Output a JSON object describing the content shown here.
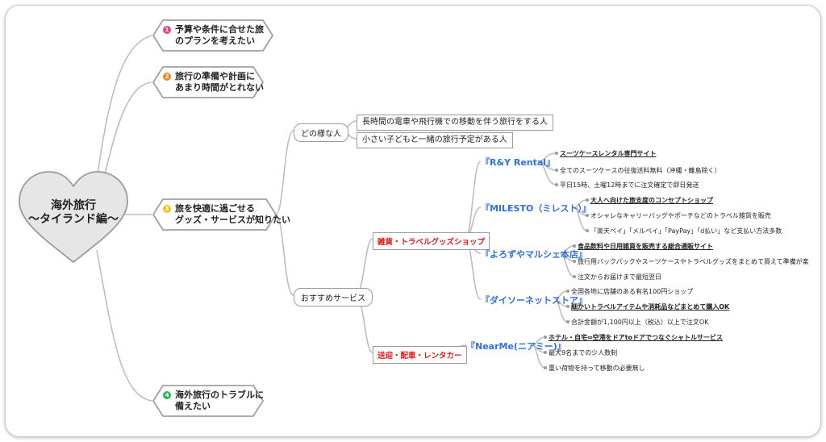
{
  "colors": {
    "pink": "#e8408a",
    "orange": "#f08a1c",
    "yellow": "#f3c21f",
    "green": "#2fb457",
    "shop_blue": "#2f6fe0",
    "red": "#e01818"
  },
  "central": {
    "line1": "海外旅行",
    "line2": "～タイランド編～"
  },
  "branches": [
    {
      "num": "1",
      "line1": "予算や条件に合せた旅",
      "line2": "のプランを考えたい"
    },
    {
      "num": "2",
      "line1": "旅行の準備や計画に",
      "line2": "あまり時間がとれない"
    },
    {
      "num": "3",
      "line1": "旅を快適に過ごせる",
      "line2": "グッズ・サービスが知りたい"
    },
    {
      "num": "4",
      "line1": "海外旅行のトラブルに",
      "line2": "備えたい"
    }
  ],
  "who": {
    "label": "どの様な人",
    "items": [
      "長時間の電車や飛行機での移動を伴う旅行をする人",
      "小さい子どもと一緒の旅行予定がある人"
    ]
  },
  "services": {
    "label": "おすすめサービス",
    "goods": {
      "label": "雑貨・トラベルグッズショップ",
      "shops": [
        {
          "name": "『R&Y Rental』",
          "items": [
            "スーツケースレンタル専門サイト",
            "全てのスーツケースの往復送料無料（沖縄・離島除く）",
            "平日15時、土曜12時までに注文確定で即日発送"
          ]
        },
        {
          "name": "『MILESTO（ミレスト）』",
          "items": [
            "大人へ向けた旅支度のコンセプトショップ",
            "オシャレなキャリーバッグやポーチなどのトラベル雑貨を販売",
            "「楽天ペイ」「メルペイ」「PayPay」「d払い」など支払い方法多数"
          ]
        },
        {
          "name": "『よろずやマルシェ本店』",
          "items": [
            "食品飲料や日用雑貨を販売する総合通販サイト",
            "旅行用バックパックやスーツケースやトラベルグッズをまとめて買えて準備が楽",
            "注文からお届けまで最短翌日"
          ]
        },
        {
          "name": "『ダイソーネットストア』",
          "items": [
            "全国各地に店舗のある有名100円ショップ",
            "細かいトラベルアイテムや消耗品などまとめて購入OK",
            "合計金額が1,100円以上（税込）以上で注文OK"
          ]
        }
      ]
    },
    "transport": {
      "label": "送迎・配車・レンタカー",
      "shops": [
        {
          "name": "『NearMe(ニアミー)』",
          "items": [
            "ホテル・自宅⇔空港をドアtoドアでつなぐシャトルサービス",
            "最大9名までの少人数制",
            "重い荷物を持って移動の必要無し"
          ]
        }
      ]
    }
  }
}
